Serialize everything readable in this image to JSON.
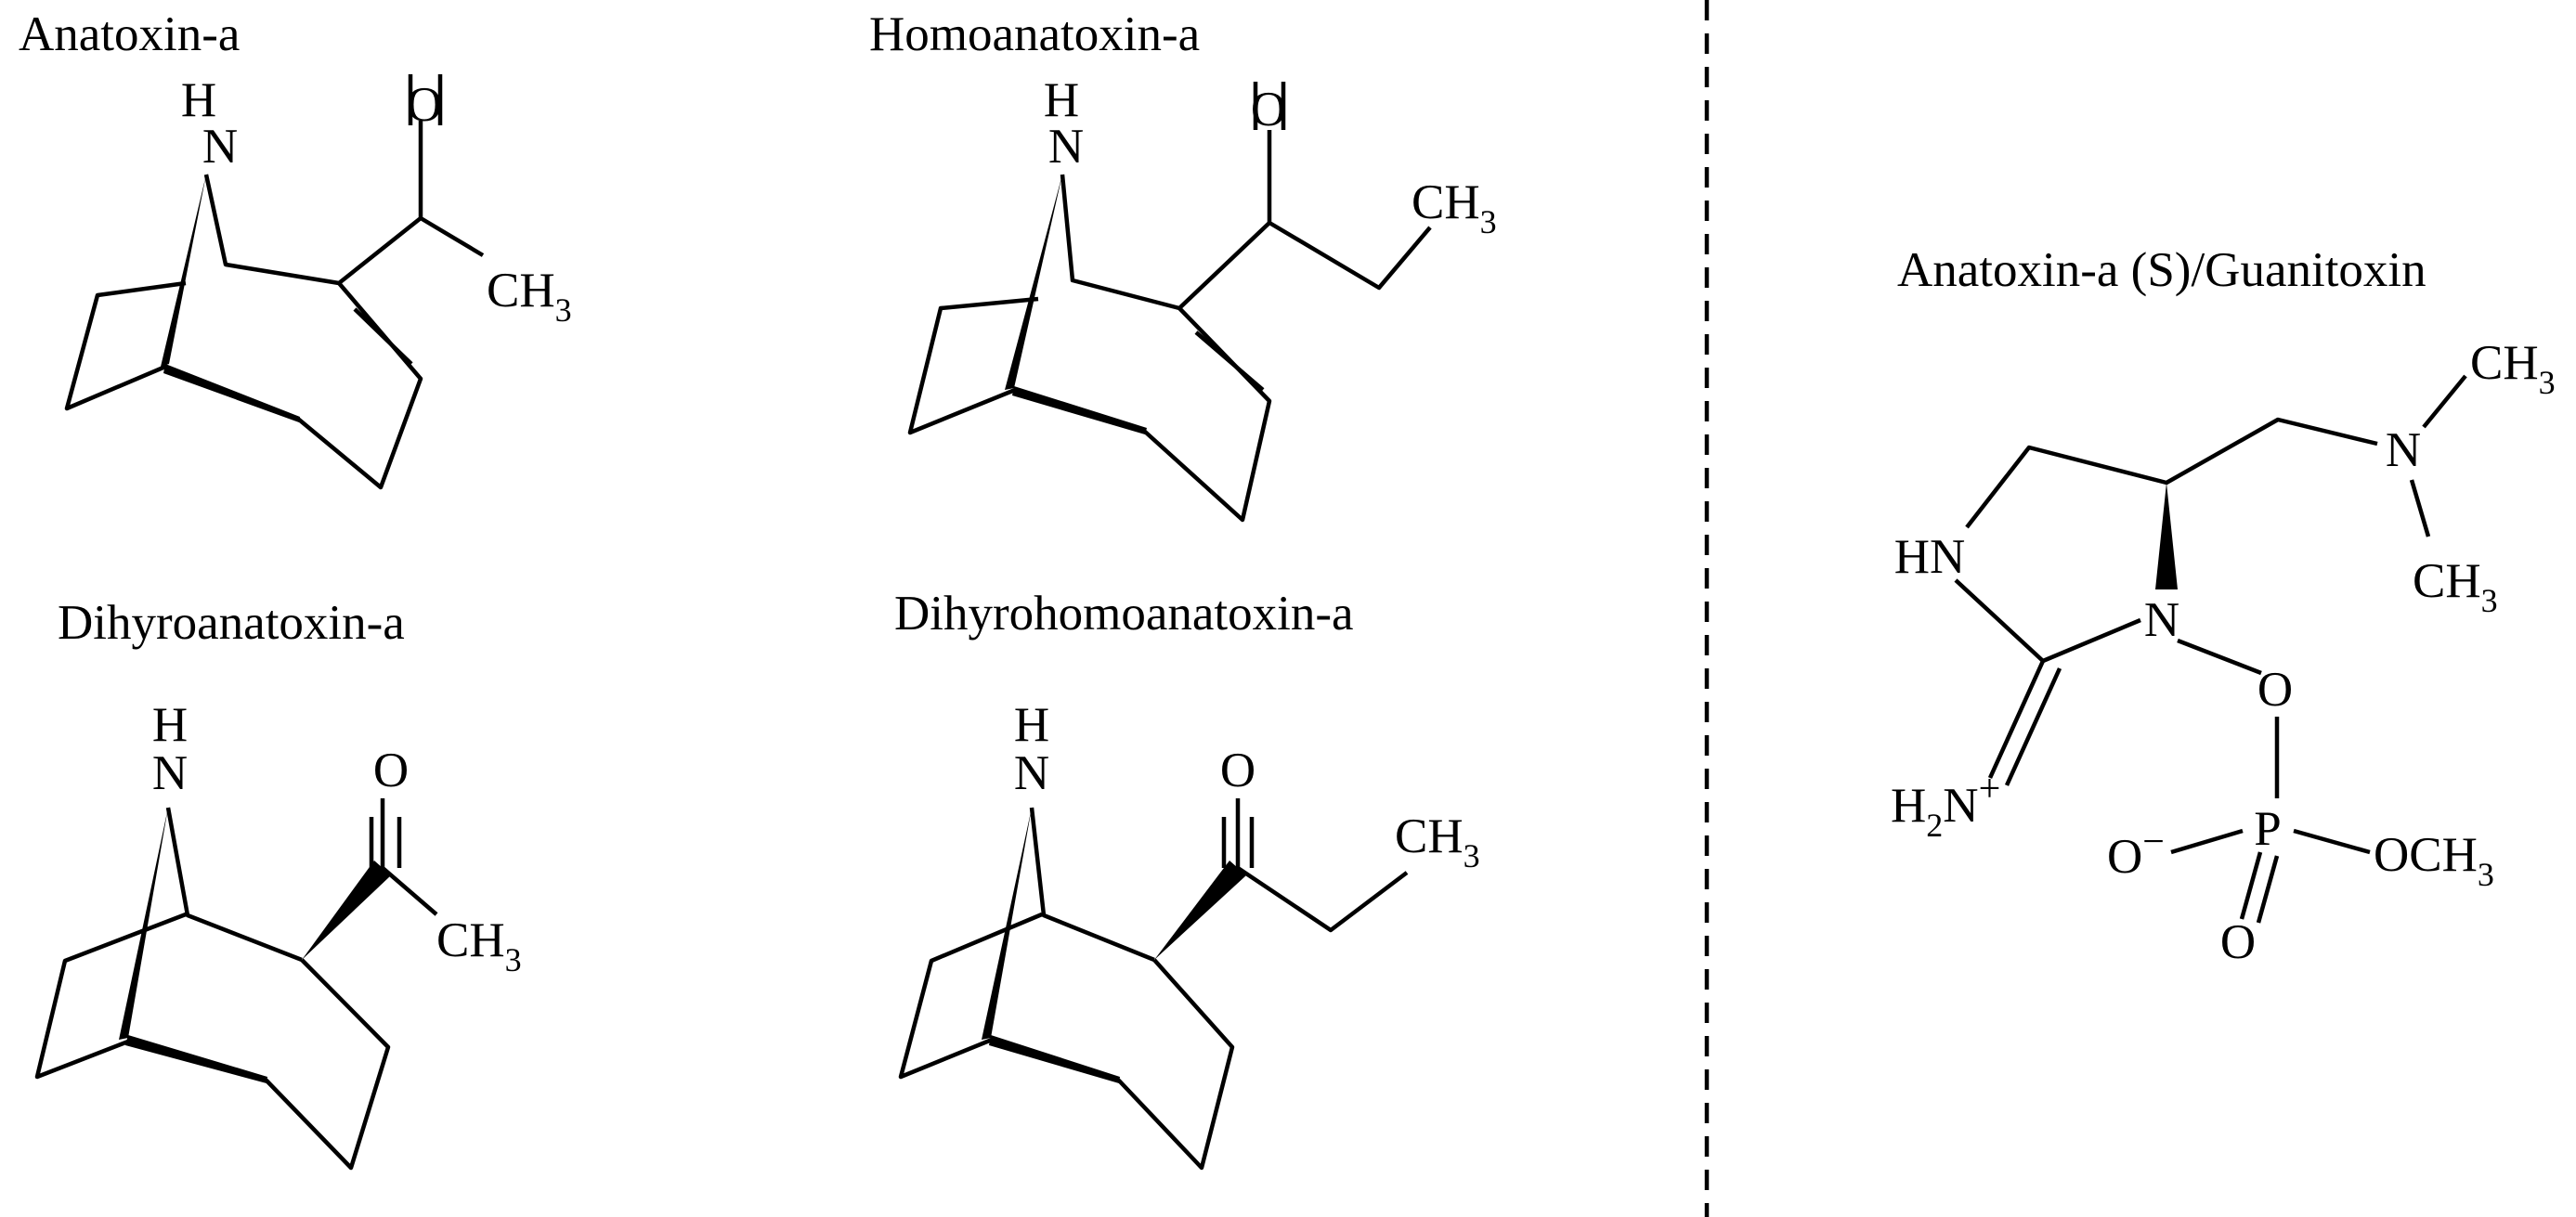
{
  "molecules": {
    "anatoxin_a": {
      "name": "Anatoxin-a",
      "h": "H",
      "n": "N",
      "o": "O",
      "ch": "CH",
      "sub3": "3"
    },
    "homoanatoxin_a": {
      "name": "Homoanatoxin-a",
      "h": "H",
      "n": "N",
      "o": "O",
      "ch": "CH",
      "sub3": "3"
    },
    "dihyroanatoxin_a": {
      "name": "Dihyroanatoxin-a",
      "h": "H",
      "n": "N",
      "o": "O",
      "ch": "CH",
      "sub3": "3"
    },
    "dihyrohomoanatoxin_a": {
      "name": "Dihyrohomoanatoxin-a",
      "h": "H",
      "n": "N",
      "o": "O",
      "ch": "CH",
      "sub3": "3"
    },
    "guanitoxin": {
      "name": "Anatoxin-a (S)/Guanitoxin",
      "hn": "HN",
      "h": "H",
      "sub2": "2",
      "n": "N",
      "plus": "+",
      "o": "O",
      "minus": "−",
      "p": "P",
      "och": "OCH",
      "ch": "CH",
      "sub3": "3"
    }
  }
}
